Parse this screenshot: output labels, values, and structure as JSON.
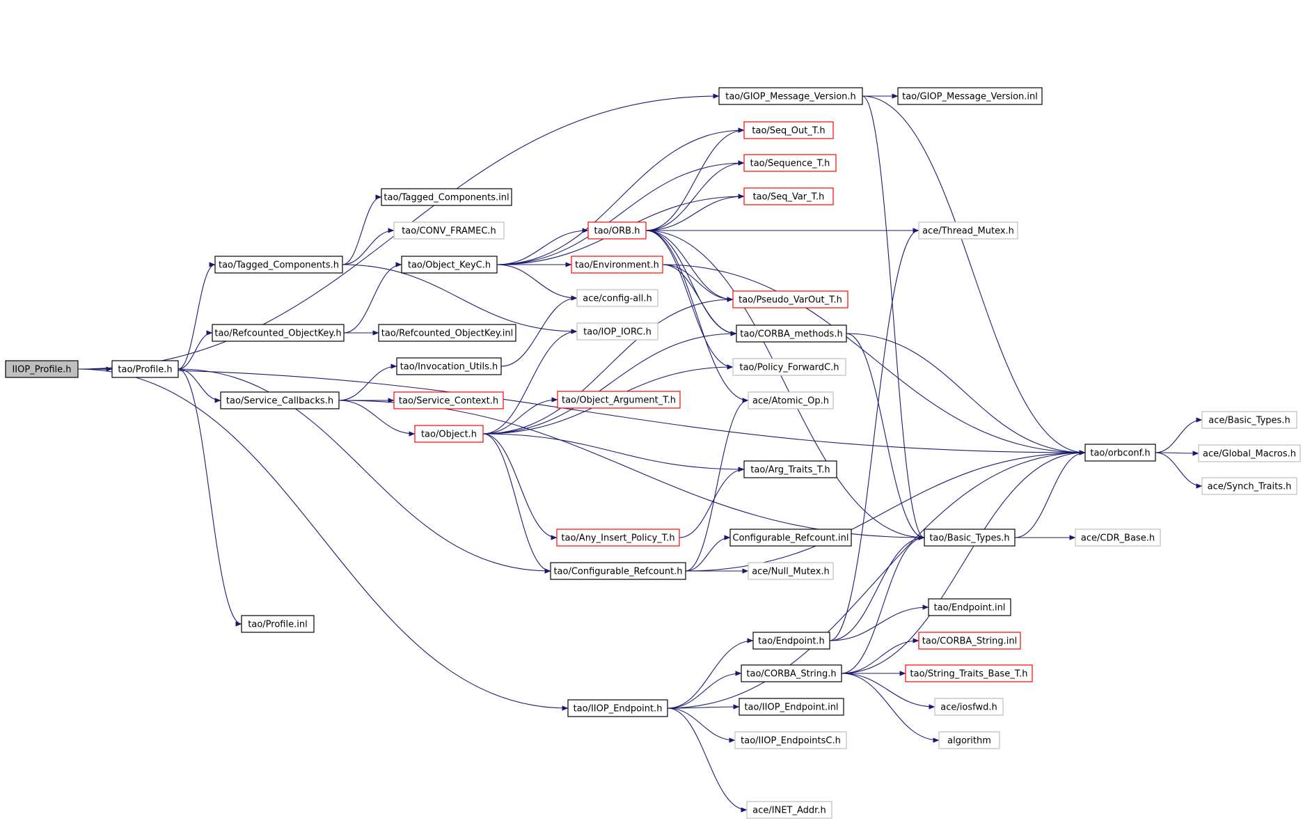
{
  "colors": {
    "edge": "#191970",
    "border_normal": "#000000",
    "border_truncated": "#ff0000",
    "border_external": "#bfbfbf",
    "fill_root": "#bfbfbf",
    "fill_default": "#ffffff"
  },
  "nodes": [
    {
      "id": "iiop_profile_h",
      "label": "IIOP_Profile.h",
      "style": "root"
    },
    {
      "id": "profile_h",
      "label": "tao/Profile.h",
      "style": "normal"
    },
    {
      "id": "tagged_components_h",
      "label": "tao/Tagged_Components.h",
      "style": "normal"
    },
    {
      "id": "refcounted_objectkey_h",
      "label": "tao/Refcounted_ObjectKey.h",
      "style": "normal"
    },
    {
      "id": "service_callbacks_h",
      "label": "tao/Service_Callbacks.h",
      "style": "normal"
    },
    {
      "id": "profile_inl",
      "label": "tao/Profile.inl",
      "style": "normal"
    },
    {
      "id": "tagged_components_inl",
      "label": "tao/Tagged_Components.inl",
      "style": "normal"
    },
    {
      "id": "conv_framec_h",
      "label": "tao/CONV_FRAMEC.h",
      "style": "external"
    },
    {
      "id": "object_keyc_h",
      "label": "tao/Object_KeyC.h",
      "style": "normal"
    },
    {
      "id": "refcounted_objectkey_inl",
      "label": "tao/Refcounted_ObjectKey.inl",
      "style": "normal"
    },
    {
      "id": "invocation_utils_h",
      "label": "tao/Invocation_Utils.h",
      "style": "normal"
    },
    {
      "id": "service_context_h",
      "label": "tao/Service_Context.h",
      "style": "truncated"
    },
    {
      "id": "object_h",
      "label": "tao/Object.h",
      "style": "truncated"
    },
    {
      "id": "orb_h",
      "label": "tao/ORB.h",
      "style": "truncated"
    },
    {
      "id": "environment_h",
      "label": "tao/Environment.h",
      "style": "truncated"
    },
    {
      "id": "config_all_h",
      "label": "ace/config-all.h",
      "style": "external"
    },
    {
      "id": "iop_iorc_h",
      "label": "tao/IOP_IORC.h",
      "style": "external"
    },
    {
      "id": "object_argument_t_h",
      "label": "tao/Object_Argument_T.h",
      "style": "truncated"
    },
    {
      "id": "any_insert_policy_t_h",
      "label": "tao/Any_Insert_Policy_T.h",
      "style": "truncated"
    },
    {
      "id": "configurable_refcount_h",
      "label": "tao/Configurable_Refcount.h",
      "style": "normal"
    },
    {
      "id": "giop_message_version_h",
      "label": "tao/GIOP_Message_Version.h",
      "style": "normal"
    },
    {
      "id": "giop_message_version_inl",
      "label": "tao/GIOP_Message_Version.inl",
      "style": "normal"
    },
    {
      "id": "seq_out_t_h",
      "label": "tao/Seq_Out_T.h",
      "style": "truncated"
    },
    {
      "id": "sequence_t_h",
      "label": "tao/Sequence_T.h",
      "style": "truncated"
    },
    {
      "id": "seq_var_t_h",
      "label": "tao/Seq_Var_T.h",
      "style": "truncated"
    },
    {
      "id": "thread_mutex_h",
      "label": "ace/Thread_Mutex.h",
      "style": "external"
    },
    {
      "id": "pseudo_varout_t_h",
      "label": "tao/Pseudo_VarOut_T.h",
      "style": "truncated"
    },
    {
      "id": "corba_methods_h",
      "label": "tao/CORBA_methods.h",
      "style": "normal"
    },
    {
      "id": "policy_forwardc_h",
      "label": "tao/Policy_ForwardC.h",
      "style": "external"
    },
    {
      "id": "atomic_op_h",
      "label": "ace/Atomic_Op.h",
      "style": "external"
    },
    {
      "id": "arg_traits_t_h",
      "label": "tao/Arg_Traits_T.h",
      "style": "normal"
    },
    {
      "id": "configurable_refcount_inl",
      "label": "Configurable_Refcount.inl",
      "style": "normal"
    },
    {
      "id": "null_mutex_h",
      "label": "ace/Null_Mutex.h",
      "style": "external"
    },
    {
      "id": "iiop_endpoint_h",
      "label": "tao/IIOP_Endpoint.h",
      "style": "normal"
    },
    {
      "id": "endpoint_h",
      "label": "tao/Endpoint.h",
      "style": "normal"
    },
    {
      "id": "corba_string_h",
      "label": "tao/CORBA_String.h",
      "style": "normal"
    },
    {
      "id": "iiop_endpoint_inl",
      "label": "tao/IIOP_Endpoint.inl",
      "style": "normal"
    },
    {
      "id": "iiop_endpointsc_h",
      "label": "tao/IIOP_EndpointsC.h",
      "style": "external"
    },
    {
      "id": "inet_addr_h",
      "label": "ace/INET_Addr.h",
      "style": "external"
    },
    {
      "id": "basic_types_h",
      "label": "tao/Basic_Types.h",
      "style": "normal"
    },
    {
      "id": "endpoint_inl",
      "label": "tao/Endpoint.inl",
      "style": "normal"
    },
    {
      "id": "corba_string_inl",
      "label": "tao/CORBA_String.inl",
      "style": "truncated"
    },
    {
      "id": "string_traits_base_t_h",
      "label": "tao/String_Traits_Base_T.h",
      "style": "truncated"
    },
    {
      "id": "iosfwd_h",
      "label": "ace/iosfwd.h",
      "style": "external"
    },
    {
      "id": "algorithm",
      "label": "algorithm",
      "style": "external"
    },
    {
      "id": "orbconf_h",
      "label": "tao/orbconf.h",
      "style": "normal"
    },
    {
      "id": "cdr_base_h",
      "label": "ace/CDR_Base.h",
      "style": "external"
    },
    {
      "id": "ace_basic_types_h",
      "label": "ace/Basic_Types.h",
      "style": "external"
    },
    {
      "id": "global_macros_h",
      "label": "ace/Global_Macros.h",
      "style": "external"
    },
    {
      "id": "synch_traits_h",
      "label": "ace/Synch_Traits.h",
      "style": "external"
    }
  ],
  "edges": [
    [
      "iiop_profile_h",
      "profile_h"
    ],
    [
      "iiop_profile_h",
      "giop_message_version_h"
    ],
    [
      "iiop_profile_h",
      "orbconf_h"
    ],
    [
      "iiop_profile_h",
      "iiop_endpoint_h"
    ],
    [
      "profile_h",
      "tagged_components_h"
    ],
    [
      "profile_h",
      "refcounted_objectkey_h"
    ],
    [
      "profile_h",
      "service_callbacks_h"
    ],
    [
      "profile_h",
      "profile_inl"
    ],
    [
      "profile_h",
      "configurable_refcount_h"
    ],
    [
      "tagged_components_h",
      "tagged_components_inl"
    ],
    [
      "tagged_components_h",
      "conv_framec_h"
    ],
    [
      "tagged_components_h",
      "iop_iorc_h"
    ],
    [
      "refcounted_objectkey_h",
      "object_keyc_h"
    ],
    [
      "refcounted_objectkey_h",
      "refcounted_objectkey_inl"
    ],
    [
      "service_callbacks_h",
      "invocation_utils_h"
    ],
    [
      "service_callbacks_h",
      "service_context_h"
    ],
    [
      "service_callbacks_h",
      "object_h"
    ],
    [
      "service_callbacks_h",
      "basic_types_h"
    ],
    [
      "object_keyc_h",
      "orb_h"
    ],
    [
      "object_keyc_h",
      "environment_h"
    ],
    [
      "object_keyc_h",
      "config_all_h"
    ],
    [
      "object_keyc_h",
      "seq_out_t_h"
    ],
    [
      "object_keyc_h",
      "sequence_t_h"
    ],
    [
      "object_keyc_h",
      "seq_var_t_h"
    ],
    [
      "invocation_utils_h",
      "config_all_h"
    ],
    [
      "object_h",
      "iop_iorc_h"
    ],
    [
      "object_h",
      "object_argument_t_h"
    ],
    [
      "object_h",
      "any_insert_policy_t_h"
    ],
    [
      "object_h",
      "arg_traits_t_h"
    ],
    [
      "object_h",
      "configurable_refcount_h"
    ],
    [
      "object_h",
      "pseudo_varout_t_h"
    ],
    [
      "object_h",
      "corba_methods_h"
    ],
    [
      "object_h",
      "policy_forwardc_h"
    ],
    [
      "orb_h",
      "seq_out_t_h"
    ],
    [
      "orb_h",
      "sequence_t_h"
    ],
    [
      "orb_h",
      "seq_var_t_h"
    ],
    [
      "orb_h",
      "thread_mutex_h"
    ],
    [
      "orb_h",
      "pseudo_varout_t_h"
    ],
    [
      "orb_h",
      "corba_methods_h"
    ],
    [
      "orb_h",
      "policy_forwardc_h"
    ],
    [
      "orb_h",
      "atomic_op_h"
    ],
    [
      "orb_h",
      "basic_types_h"
    ],
    [
      "environment_h",
      "pseudo_varout_t_h"
    ],
    [
      "environment_h",
      "corba_methods_h"
    ],
    [
      "environment_h",
      "orbconf_h"
    ],
    [
      "giop_message_version_h",
      "giop_message_version_inl"
    ],
    [
      "giop_message_version_h",
      "basic_types_h"
    ],
    [
      "giop_message_version_h",
      "orbconf_h"
    ],
    [
      "corba_methods_h",
      "basic_types_h"
    ],
    [
      "corba_methods_h",
      "orbconf_h"
    ],
    [
      "any_insert_policy_t_h",
      "arg_traits_t_h"
    ],
    [
      "configurable_refcount_h",
      "configurable_refcount_inl"
    ],
    [
      "configurable_refcount_h",
      "null_mutex_h"
    ],
    [
      "configurable_refcount_h",
      "atomic_op_h"
    ],
    [
      "configurable_refcount_h",
      "orbconf_h"
    ],
    [
      "iiop_endpoint_h",
      "endpoint_h"
    ],
    [
      "iiop_endpoint_h",
      "corba_string_h"
    ],
    [
      "iiop_endpoint_h",
      "iiop_endpoint_inl"
    ],
    [
      "iiop_endpoint_h",
      "iiop_endpointsc_h"
    ],
    [
      "iiop_endpoint_h",
      "inet_addr_h"
    ],
    [
      "iiop_endpoint_h",
      "orbconf_h"
    ],
    [
      "endpoint_h",
      "thread_mutex_h"
    ],
    [
      "endpoint_h",
      "basic_types_h"
    ],
    [
      "endpoint_h",
      "endpoint_inl"
    ],
    [
      "corba_string_h",
      "basic_types_h"
    ],
    [
      "corba_string_h",
      "corba_string_inl"
    ],
    [
      "corba_string_h",
      "string_traits_base_t_h"
    ],
    [
      "corba_string_h",
      "iosfwd_h"
    ],
    [
      "corba_string_h",
      "algorithm"
    ],
    [
      "corba_string_h",
      "orbconf_h"
    ],
    [
      "basic_types_h",
      "cdr_base_h"
    ],
    [
      "basic_types_h",
      "orbconf_h"
    ],
    [
      "orbconf_h",
      "ace_basic_types_h"
    ],
    [
      "orbconf_h",
      "global_macros_h"
    ],
    [
      "orbconf_h",
      "synch_traits_h"
    ]
  ]
}
